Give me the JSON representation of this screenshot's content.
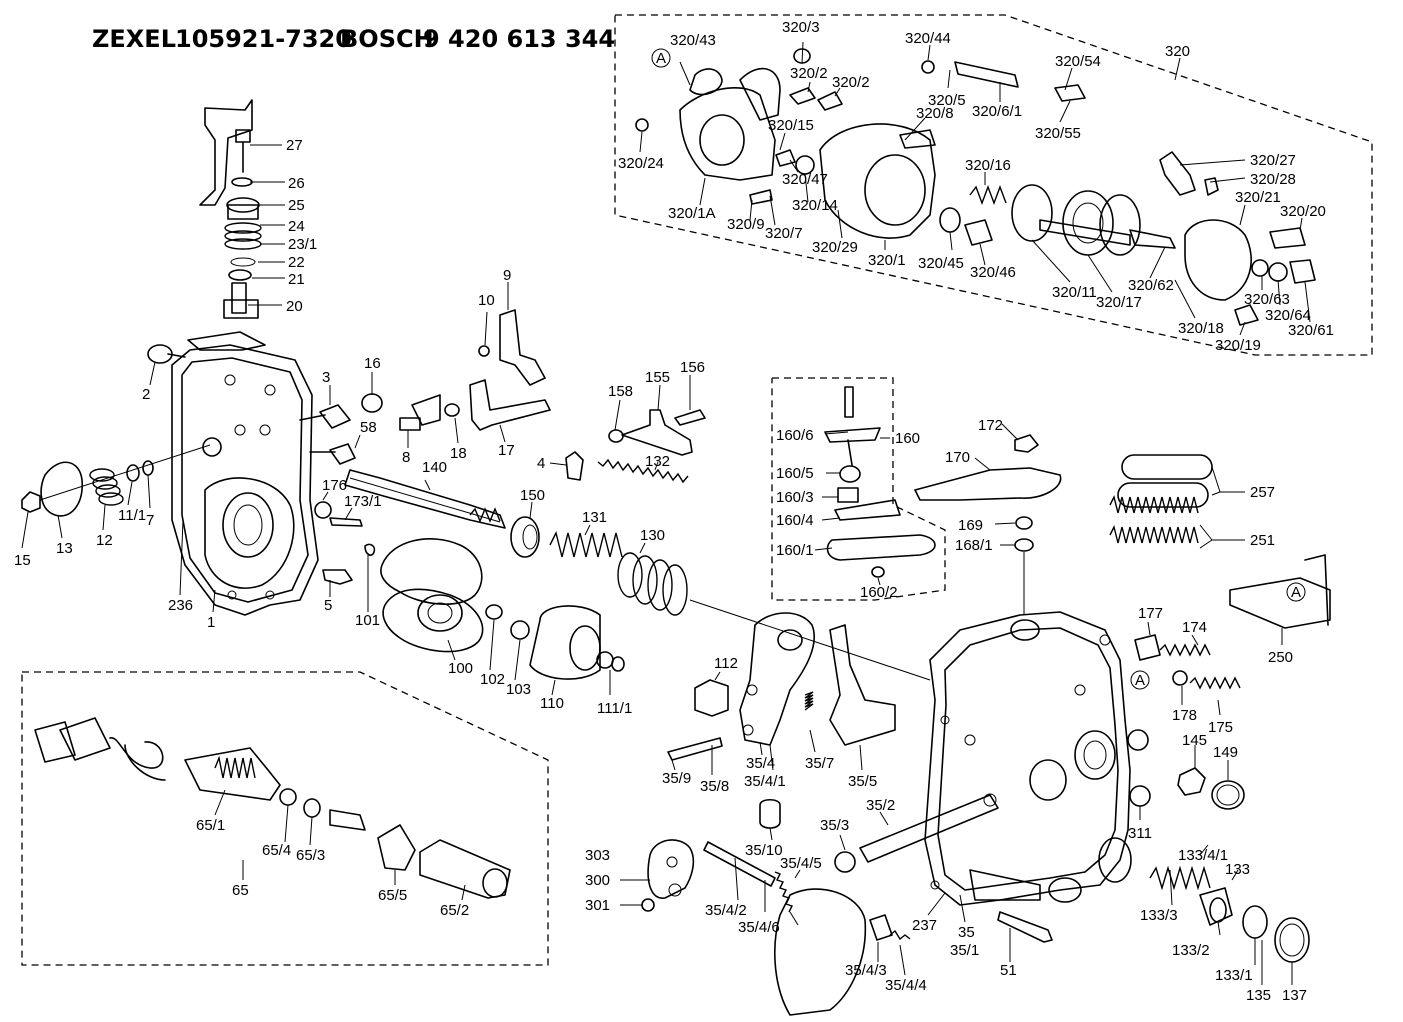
{
  "header": {
    "brand1": "ZEXEL",
    "part1": "105921-7320",
    "brand2": "BOSCH",
    "part2": "9 420 613 344"
  },
  "labels": [
    "27",
    "26",
    "25",
    "24",
    "23/1",
    "22",
    "21",
    "20",
    "2",
    "3",
    "16",
    "58",
    "8",
    "18",
    "17",
    "10",
    "9",
    "15",
    "13",
    "12",
    "11/1",
    "7",
    "236",
    "1",
    "176",
    "173/1",
    "5",
    "140",
    "101",
    "100",
    "102",
    "103",
    "150",
    "131",
    "130",
    "110",
    "111/1",
    "112",
    "35/4",
    "35/4/1",
    "35/8",
    "35/9",
    "35/7",
    "35/5",
    "158",
    "155",
    "156",
    "4",
    "132",
    "160/6",
    "160",
    "160/5",
    "160/3",
    "160/4",
    "160/1",
    "160/2",
    "172",
    "170",
    "169",
    "168/1",
    "257",
    "251",
    "250",
    "177",
    "174",
    "178",
    "175",
    "145",
    "149",
    "311",
    "35/2",
    "35/3",
    "35/10",
    "35/4/5",
    "303",
    "300",
    "301",
    "35/4/2",
    "35/4/6",
    "35/4/3",
    "35/4/4",
    "237",
    "35",
    "35/1",
    "51",
    "133/4/1",
    "133",
    "133/3",
    "133/2",
    "133/1",
    "135",
    "137",
    "65/1",
    "65/4",
    "65/3",
    "65/5",
    "65/2",
    "65",
    "320/43",
    "320/3",
    "320/2",
    "320/2",
    "320/15",
    "320/24",
    "320/47",
    "320/1A",
    "320/9",
    "320/7",
    "320/14",
    "320/29",
    "320/44",
    "320/5",
    "320/8",
    "320/6/1",
    "320/54",
    "320/55",
    "320",
    "320/16",
    "320/1",
    "320/45",
    "320/46",
    "320/11",
    "320/17",
    "320/62",
    "320/27",
    "320/28",
    "320/21",
    "320/20",
    "320/63",
    "320/64",
    "320/61",
    "320/18",
    "320/19"
  ],
  "markers": [
    "A",
    "A",
    "A"
  ]
}
